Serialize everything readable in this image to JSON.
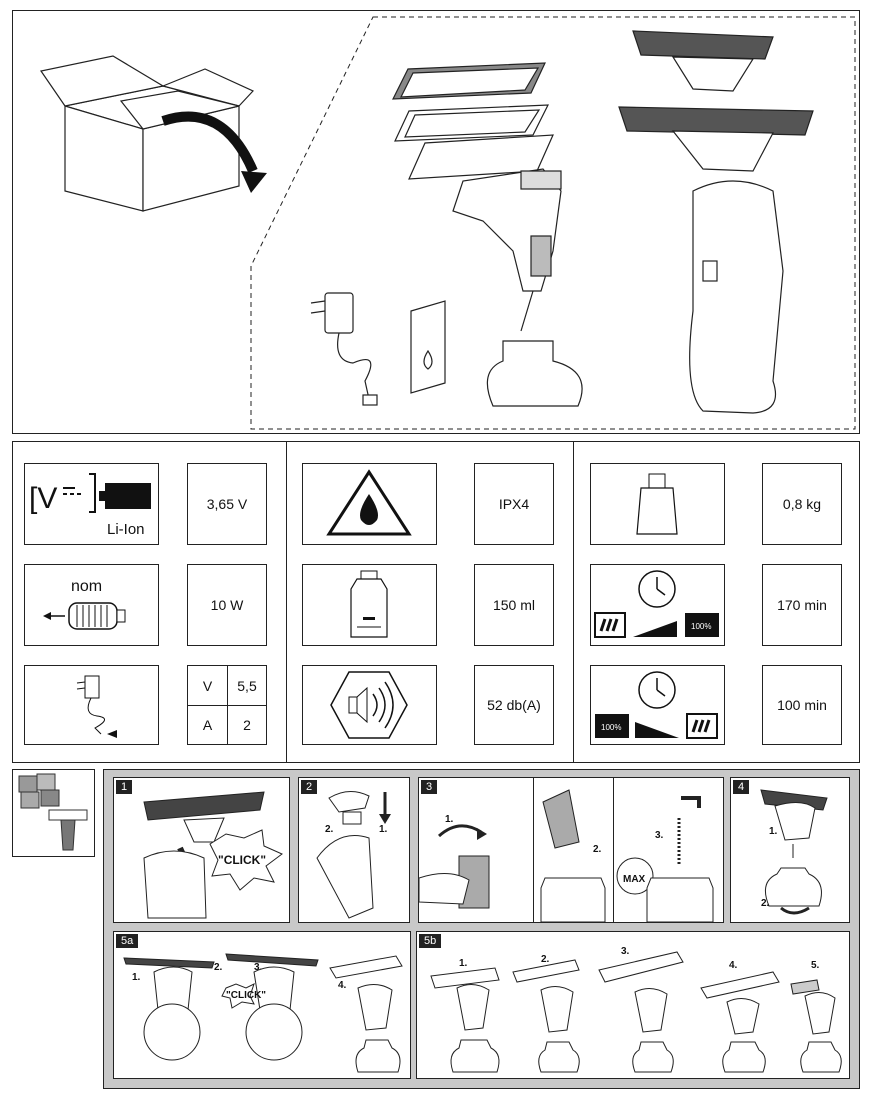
{
  "specs": {
    "battery": {
      "icon_text": "[V",
      "sub": "Li-Ion",
      "value": "3,65 V"
    },
    "power": {
      "icon_text": "nom",
      "value": "10 W"
    },
    "charger": {
      "v_label": "V",
      "v_value": "5,5",
      "a_label": "A",
      "a_value": "2"
    },
    "protection": {
      "value": "IPX4"
    },
    "tank": {
      "value": "150 ml"
    },
    "noise": {
      "value": "52 db(A)"
    },
    "weight": {
      "value": "0,8 kg"
    },
    "runtime": {
      "battery_pct": "100%",
      "value": "170 min"
    },
    "charge_time": {
      "battery_pct": "100%",
      "value": "100 min"
    }
  },
  "steps": {
    "s1": {
      "num": "1",
      "click": "\"CLICK\""
    },
    "s2": {
      "num": "2",
      "a": "1.",
      "b": "2."
    },
    "s3": {
      "num": "3",
      "a": "1.",
      "b": "2.",
      "c": "3.",
      "max": "MAX"
    },
    "s4": {
      "num": "4",
      "a": "1.",
      "b": "2."
    },
    "s5a": {
      "num": "5a",
      "a": "1.",
      "b": "2.",
      "c": "3.",
      "d": "4.",
      "click": "\"CLICK\""
    },
    "s5b": {
      "num": "5b",
      "a": "1.",
      "b": "2.",
      "c": "3.",
      "d": "4.",
      "e": "5."
    }
  }
}
